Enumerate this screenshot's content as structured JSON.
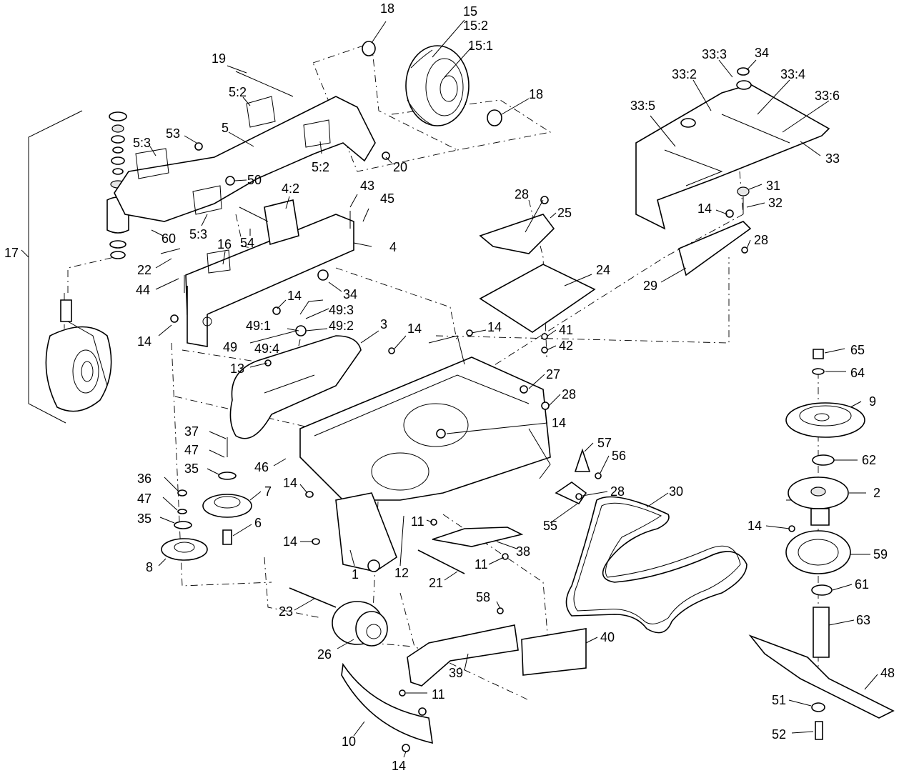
{
  "callouts": [
    {
      "id": "c18a",
      "text": "18"
    },
    {
      "id": "c15",
      "text": "15"
    },
    {
      "id": "c15_2",
      "text": "15:2"
    },
    {
      "id": "c15_1",
      "text": "15:1"
    },
    {
      "id": "c18b",
      "text": "18"
    },
    {
      "id": "c19",
      "text": "19"
    },
    {
      "id": "c5_2a",
      "text": "5:2"
    },
    {
      "id": "c53",
      "text": "53"
    },
    {
      "id": "c5",
      "text": "5"
    },
    {
      "id": "c5_3a",
      "text": "5:3"
    },
    {
      "id": "c5_2b",
      "text": "5:2"
    },
    {
      "id": "c20",
      "text": "20"
    },
    {
      "id": "c50",
      "text": "50"
    },
    {
      "id": "c5_3b",
      "text": "5:3"
    },
    {
      "id": "c60",
      "text": "60"
    },
    {
      "id": "c4_2",
      "text": "4:2"
    },
    {
      "id": "c43",
      "text": "43"
    },
    {
      "id": "c45",
      "text": "45"
    },
    {
      "id": "c54",
      "text": "54"
    },
    {
      "id": "c16",
      "text": "16"
    },
    {
      "id": "c4",
      "text": "4"
    },
    {
      "id": "c17",
      "text": "17"
    },
    {
      "id": "c22",
      "text": "22"
    },
    {
      "id": "c44",
      "text": "44"
    },
    {
      "id": "c34a",
      "text": "34"
    },
    {
      "id": "c14a",
      "text": "14"
    },
    {
      "id": "c49_3",
      "text": "49:3"
    },
    {
      "id": "c49_1",
      "text": "49:1"
    },
    {
      "id": "c49_2",
      "text": "49:2"
    },
    {
      "id": "c14b",
      "text": "14"
    },
    {
      "id": "c49",
      "text": "49"
    },
    {
      "id": "c49_4",
      "text": "49:4"
    },
    {
      "id": "c3",
      "text": "3"
    },
    {
      "id": "c14c",
      "text": "14"
    },
    {
      "id": "c14d",
      "text": "14"
    },
    {
      "id": "c13",
      "text": "13"
    },
    {
      "id": "c33_3",
      "text": "33:3"
    },
    {
      "id": "c34b",
      "text": "34"
    },
    {
      "id": "c33_2",
      "text": "33:2"
    },
    {
      "id": "c33_4",
      "text": "33:4"
    },
    {
      "id": "c33_6",
      "text": "33:6"
    },
    {
      "id": "c33_5",
      "text": "33:5"
    },
    {
      "id": "c33",
      "text": "33"
    },
    {
      "id": "c31",
      "text": "31"
    },
    {
      "id": "c14e",
      "text": "14"
    },
    {
      "id": "c32",
      "text": "32"
    },
    {
      "id": "c28a",
      "text": "28"
    },
    {
      "id": "c25",
      "text": "25"
    },
    {
      "id": "c28b",
      "text": "28"
    },
    {
      "id": "c29",
      "text": "29"
    },
    {
      "id": "c24",
      "text": "24"
    },
    {
      "id": "c41",
      "text": "41"
    },
    {
      "id": "c42",
      "text": "42"
    },
    {
      "id": "c65",
      "text": "65"
    },
    {
      "id": "c64",
      "text": "64"
    },
    {
      "id": "c27",
      "text": "27"
    },
    {
      "id": "c28c",
      "text": "28"
    },
    {
      "id": "c9",
      "text": "9"
    },
    {
      "id": "c14f",
      "text": "14"
    },
    {
      "id": "c37",
      "text": "37"
    },
    {
      "id": "c47a",
      "text": "47"
    },
    {
      "id": "c35a",
      "text": "35"
    },
    {
      "id": "c46",
      "text": "46"
    },
    {
      "id": "c57",
      "text": "57"
    },
    {
      "id": "c62",
      "text": "62"
    },
    {
      "id": "c56",
      "text": "56"
    },
    {
      "id": "c36",
      "text": "36"
    },
    {
      "id": "c14g",
      "text": "14"
    },
    {
      "id": "c7",
      "text": "7"
    },
    {
      "id": "c28d",
      "text": "28"
    },
    {
      "id": "c30",
      "text": "30"
    },
    {
      "id": "c2",
      "text": "2"
    },
    {
      "id": "c47b",
      "text": "47"
    },
    {
      "id": "c35b",
      "text": "35"
    },
    {
      "id": "c6",
      "text": "6"
    },
    {
      "id": "c11a",
      "text": "11"
    },
    {
      "id": "c55",
      "text": "55"
    },
    {
      "id": "c14h",
      "text": "14"
    },
    {
      "id": "c14i",
      "text": "14"
    },
    {
      "id": "c38",
      "text": "38"
    },
    {
      "id": "c59",
      "text": "59"
    },
    {
      "id": "c8",
      "text": "8"
    },
    {
      "id": "c1",
      "text": "1"
    },
    {
      "id": "c12",
      "text": "12"
    },
    {
      "id": "c11b",
      "text": "11"
    },
    {
      "id": "c21",
      "text": "21"
    },
    {
      "id": "c61",
      "text": "61"
    },
    {
      "id": "c58",
      "text": "58"
    },
    {
      "id": "c23",
      "text": "23"
    },
    {
      "id": "c63",
      "text": "63"
    },
    {
      "id": "c40",
      "text": "40"
    },
    {
      "id": "c26",
      "text": "26"
    },
    {
      "id": "c39",
      "text": "39"
    },
    {
      "id": "c48",
      "text": "48"
    },
    {
      "id": "c11c",
      "text": "11"
    },
    {
      "id": "c51",
      "text": "51"
    },
    {
      "id": "c10",
      "text": "10"
    },
    {
      "id": "c52",
      "text": "52"
    },
    {
      "id": "c14j",
      "text": "14"
    }
  ]
}
